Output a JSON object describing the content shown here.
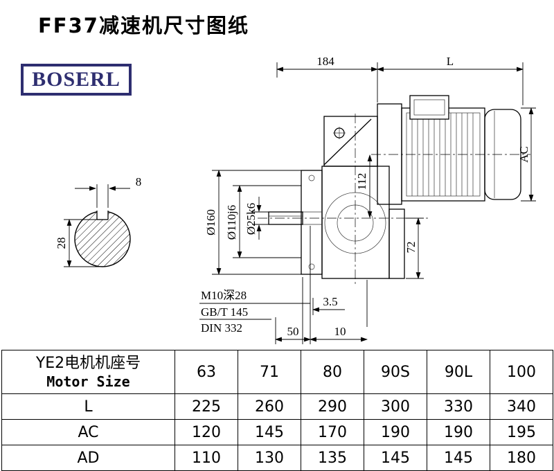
{
  "page": {
    "title": "FF37减速机尺寸图纸",
    "logo": "BOSERL"
  },
  "drawing": {
    "dims": {
      "top_width": "184",
      "motor_length": "L",
      "motor_height": "AC",
      "key_width": "8",
      "shaft_key_height": "28",
      "flange_od": "Ø160",
      "flange_pilot": "Ø110j6",
      "shaft_dia": "Ø25k6",
      "center_height": "112",
      "lower_height": "72",
      "tapped_hole": "M10深28",
      "standard_1": "GB/T 145",
      "standard_2": "DIN 332",
      "dim_3_5": "3.5",
      "dim_50": "50",
      "dim_10": "10"
    }
  },
  "table": {
    "header": {
      "line1": "YE2电机机座号",
      "line2": "Motor Size"
    },
    "columns": [
      "63",
      "71",
      "80",
      "90S",
      "90L",
      "100"
    ],
    "rows": [
      {
        "label": "L",
        "values": [
          "225",
          "260",
          "290",
          "300",
          "330",
          "340"
        ]
      },
      {
        "label": "AC",
        "values": [
          "120",
          "145",
          "170",
          "190",
          "190",
          "195"
        ]
      },
      {
        "label": "AD",
        "values": [
          "110",
          "130",
          "135",
          "145",
          "145",
          "180"
        ]
      }
    ]
  }
}
